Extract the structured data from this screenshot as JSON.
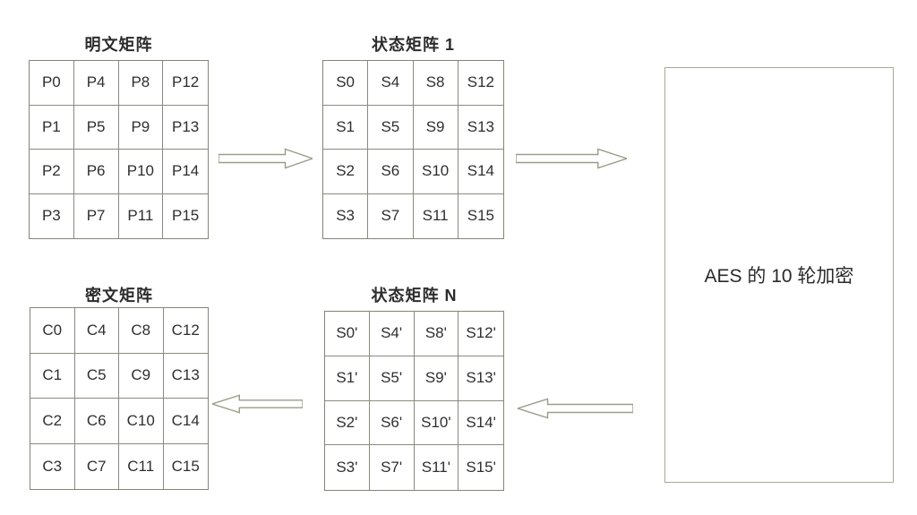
{
  "diagram": {
    "matrices": [
      {
        "id": "plaintext",
        "title": "明文矩阵",
        "rows": [
          [
            "P0",
            "P4",
            "P8",
            "P12"
          ],
          [
            "P1",
            "P5",
            "P9",
            "P13"
          ],
          [
            "P2",
            "P6",
            "P10",
            "P14"
          ],
          [
            "P3",
            "P7",
            "P11",
            "P15"
          ]
        ]
      },
      {
        "id": "state-1",
        "title": "状态矩阵 1",
        "rows": [
          [
            "S0",
            "S4",
            "S8",
            "S12"
          ],
          [
            "S1",
            "S5",
            "S9",
            "S13"
          ],
          [
            "S2",
            "S6",
            "S10",
            "S14"
          ],
          [
            "S3",
            "S7",
            "S11",
            "S15"
          ]
        ]
      },
      {
        "id": "ciphertext",
        "title": "密文矩阵",
        "rows": [
          [
            "C0",
            "C4",
            "C8",
            "C12"
          ],
          [
            "C1",
            "C5",
            "C9",
            "C13"
          ],
          [
            "C2",
            "C6",
            "C10",
            "C14"
          ],
          [
            "C3",
            "C7",
            "C11",
            "C15"
          ]
        ]
      },
      {
        "id": "state-n",
        "title": "状态矩阵 N",
        "rows": [
          [
            "S0'",
            "S4'",
            "S8'",
            "S12'"
          ],
          [
            "S1'",
            "S5'",
            "S9'",
            "S13'"
          ],
          [
            "S2'",
            "S6'",
            "S10'",
            "S14'"
          ],
          [
            "S3'",
            "S7'",
            "S11'",
            "S15'"
          ]
        ]
      }
    ],
    "aes_box": {
      "label": "AES 的 10 轮加密"
    },
    "arrows": [
      {
        "direction": "right",
        "from": "plaintext-matrix",
        "to": "state-matrix-1"
      },
      {
        "direction": "right",
        "from": "state-matrix-1",
        "to": "aes-rounds-box"
      },
      {
        "direction": "left",
        "from": "aes-rounds-box",
        "to": "state-matrix-n"
      },
      {
        "direction": "left",
        "from": "state-matrix-n",
        "to": "ciphertext-matrix"
      }
    ],
    "colors": {
      "background": "#ffffff",
      "matrix_border": "#84847a",
      "box_border": "#a8a896",
      "arrow_outline": "#9c9c8a",
      "text": "#2f2f2f"
    }
  }
}
